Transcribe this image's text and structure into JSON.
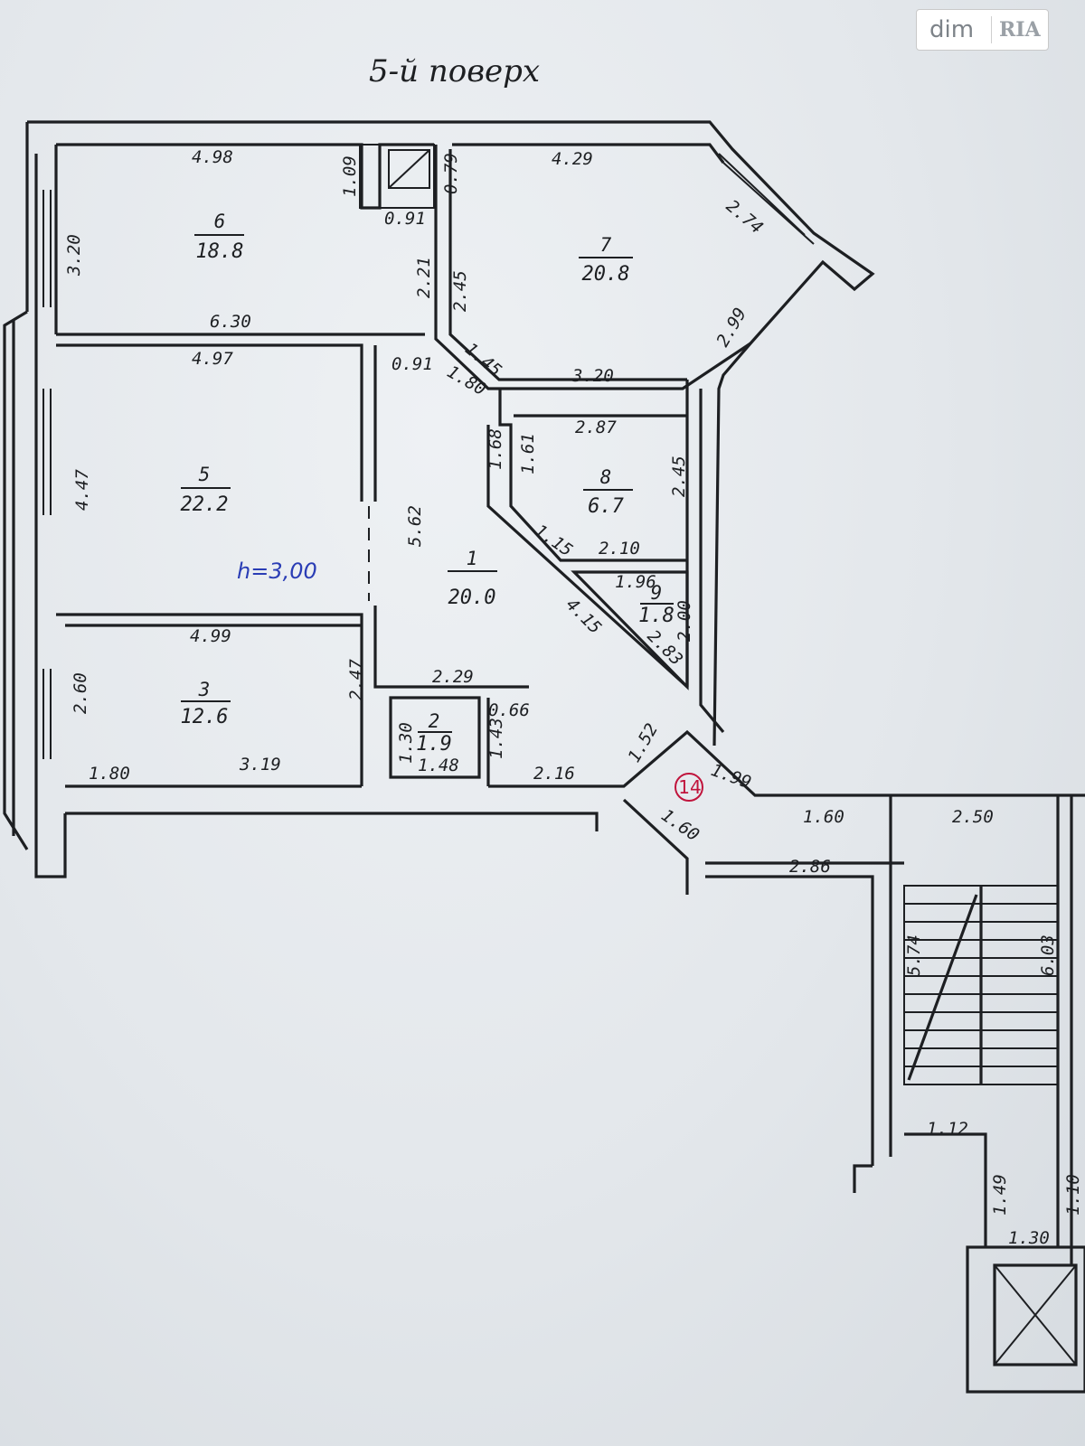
{
  "title": "5-й поверх",
  "logo": {
    "left": "dim",
    "right": "RIA"
  },
  "ceiling_height": "h=3,00",
  "rooms": [
    {
      "num": "1",
      "area": "20.0"
    },
    {
      "num": "2",
      "area": "1.9"
    },
    {
      "num": "3",
      "area": "12.6"
    },
    {
      "num": "5",
      "area": "22.2"
    },
    {
      "num": "6",
      "area": "18.8"
    },
    {
      "num": "7",
      "area": "20.8"
    },
    {
      "num": "8",
      "area": "6.7"
    },
    {
      "num": "9",
      "area": "1.8"
    },
    {
      "num": "14",
      "area": ""
    }
  ],
  "dimensions": [
    "4.98",
    "1.09",
    "0.79",
    "4.29",
    "2.74",
    "3.20",
    "0.91",
    "2.21",
    "2.45",
    "6.30",
    "2.99",
    "4.97",
    "0.91",
    "1.45",
    "1.80",
    "3.20",
    "2.87",
    "1.68",
    "1.61",
    "2.45",
    "4.47",
    "5.62",
    "1.15",
    "2.10",
    "1.96",
    "4.15",
    "2.00",
    "2.83",
    "4.99",
    "2.29",
    "0.66",
    "2.60",
    "2.47",
    "1.30",
    "1.43",
    "1.80",
    "3.19",
    "1.48",
    "2.16",
    "1.52",
    "1.99",
    "1.60",
    "2.50",
    "1.60",
    "2.86",
    "5.74",
    "6.03",
    "1.12",
    "1.49",
    "1.10",
    "1.30"
  ]
}
